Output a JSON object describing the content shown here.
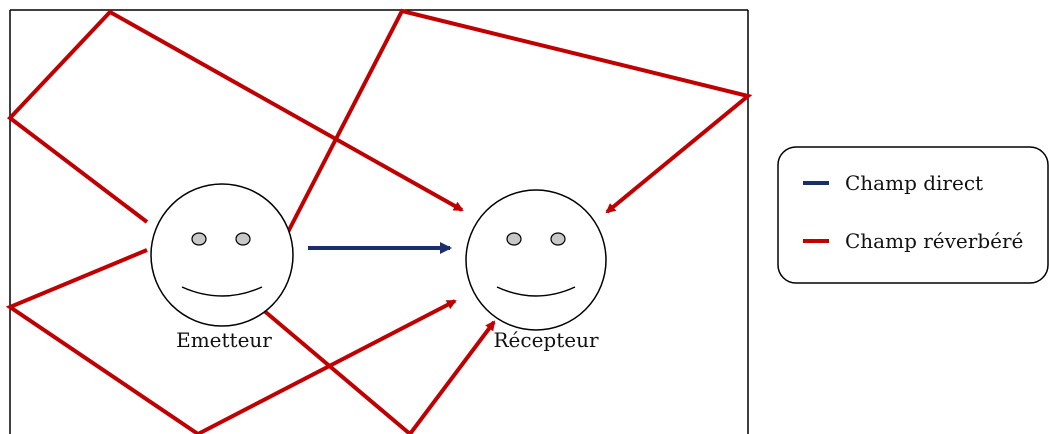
{
  "colors": {
    "direct": "#1a2e6b",
    "reverb": "#c00000",
    "outline": "#000000",
    "eye_fill": "#c8c8c8"
  },
  "nodes": {
    "emitter_label": "Emetteur",
    "receiver_label": "Récepteur"
  },
  "legend": {
    "direct_label": "Champ direct",
    "reverb_label": "Champ réverbéré"
  }
}
